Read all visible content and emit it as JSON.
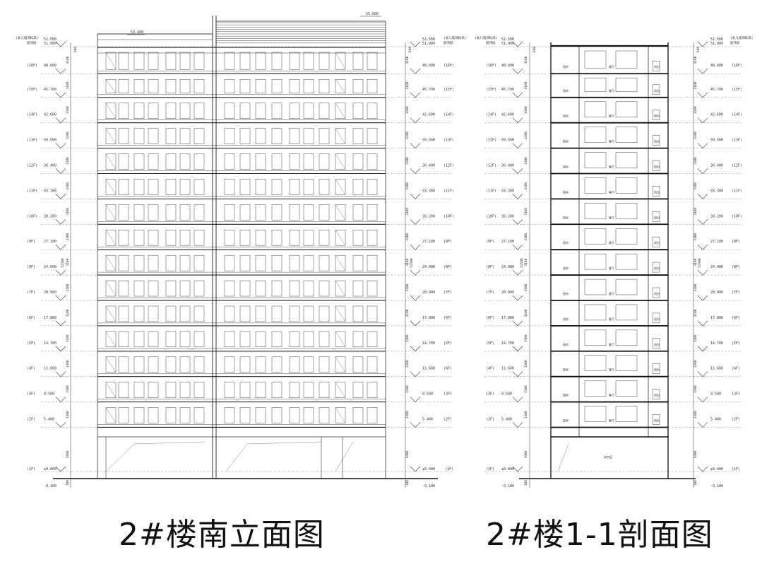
{
  "elevation": {
    "caption": "2#楼南立面图",
    "roof_mark_left": "53.400",
    "roof_mark_right": "55.600",
    "roof_note": "(女儿墙顶标高)",
    "roof_note2": "屋顶层",
    "roof_level": "52.500",
    "roof_level2": "51.900",
    "top_dim": "600",
    "total_dim": "52500",
    "ground_label": "±0.000",
    "ground_floor": "(1F)",
    "ground_dim": "5400",
    "base_level": "-0.100",
    "base_dim": "100",
    "floors": [
      {
        "label": "(16F)",
        "level": "48.600",
        "dim": "3100"
      },
      {
        "label": "(15F)",
        "level": "45.700",
        "dim": "3100"
      },
      {
        "label": "(14F)",
        "level": "42.600",
        "dim": "3100"
      },
      {
        "label": "(13F)",
        "level": "39.500",
        "dim": "3100"
      },
      {
        "label": "(12F)",
        "level": "36.400",
        "dim": "3100"
      },
      {
        "label": "(11F)",
        "level": "33.300",
        "dim": "3100"
      },
      {
        "label": "(10F)",
        "level": "30.200",
        "dim": "3100"
      },
      {
        "label": "(9F)",
        "level": "27.100",
        "dim": "3100"
      },
      {
        "label": "(8F)",
        "level": "24.000",
        "dim": "3100"
      },
      {
        "label": "(7F)",
        "level": "20.900",
        "dim": "3100"
      },
      {
        "label": "(6F)",
        "level": "17.800",
        "dim": "3100"
      },
      {
        "label": "(5F)",
        "level": "14.700",
        "dim": "3100"
      },
      {
        "label": "(4F)",
        "level": "11.600",
        "dim": "3100"
      },
      {
        "label": "(3F)",
        "level": "8.500",
        "dim": "3100"
      },
      {
        "label": "(2F)",
        "level": "5.400",
        "dim": "3100"
      }
    ]
  },
  "section": {
    "caption": "2#楼1-1剖面图",
    "rooms": [
      "厨房",
      "客厅",
      "阳台"
    ],
    "ground_room": "架空层"
  }
}
